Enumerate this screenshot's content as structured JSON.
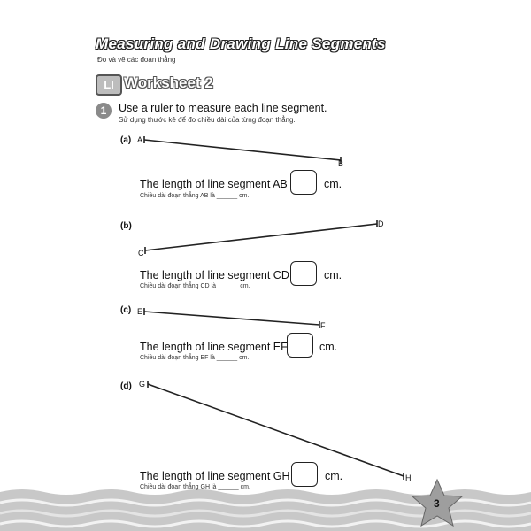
{
  "title": "Measuring and Drawing Line Segments",
  "subtitle": "Đo và vẽ các đoạn thẳng",
  "worksheet": {
    "icon_text": "LI",
    "label": "Worksheet 2"
  },
  "question": {
    "number": "1",
    "instruction": "Use a ruler to measure each line segment.",
    "instruction_vi": "Sử dụng thước kẻ để đo chiều dài của từng đoạn thẳng."
  },
  "parts": [
    {
      "label": "(a)",
      "start": "A",
      "end": "B",
      "sentence": "The length of line segment AB is",
      "unit": "cm.",
      "sentence_vi": "Chiều dài đoạn thẳng AB là ______ cm."
    },
    {
      "label": "(b)",
      "start": "C",
      "end": "D",
      "sentence": "The length of line segment CD is",
      "unit": "cm.",
      "sentence_vi": "Chiều dài đoạn thẳng CD là ______ cm."
    },
    {
      "label": "(c)",
      "start": "E",
      "end": "F",
      "sentence": "The length of line segment EF is",
      "unit": "cm.",
      "sentence_vi": "Chiều dài đoạn thẳng EF là ______ cm."
    },
    {
      "label": "(d)",
      "start": "G",
      "end": "H",
      "sentence": "The length of line segment GH is",
      "unit": "cm.",
      "sentence_vi": "Chiều dài đoạn thẳng GH là ______ cm."
    }
  ],
  "page_number": "3"
}
